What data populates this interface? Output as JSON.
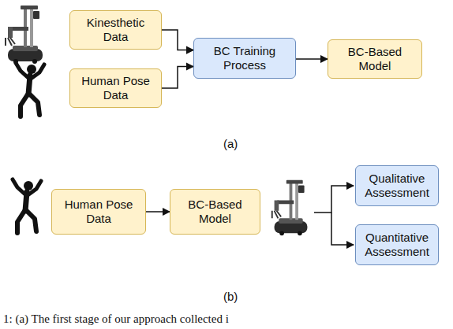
{
  "diagram": {
    "caption": "1: (a) The first stage of our approach collected i",
    "nodes": [
      {
        "text": [
          "Kinesthetic Data"
        ]
      },
      {
        "text": [
          "Human Pose Data"
        ]
      },
      {
        "text": [
          "BC Training Process"
        ]
      },
      {
        "text": [
          "BC-Based Model"
        ]
      },
      {
        "text": [
          "Human Pose Data"
        ]
      },
      {
        "text": [
          "BC-Based Model"
        ]
      },
      {
        "text": [
          "Qualitative Assessment"
        ]
      },
      {
        "text": [
          "Quantitative Assessment"
        ]
      }
    ],
    "edges": [
      {
        "from": 0,
        "to": 2,
        "arrow": "to"
      },
      {
        "from": 1,
        "to": 2,
        "arrow": "to"
      },
      {
        "from": 2,
        "to": 3,
        "arrow": "to"
      },
      {
        "from": 4,
        "to": 5,
        "arrow": "to"
      }
    ],
    "labels": [
      "(a)",
      "(b)"
    ]
  }
}
